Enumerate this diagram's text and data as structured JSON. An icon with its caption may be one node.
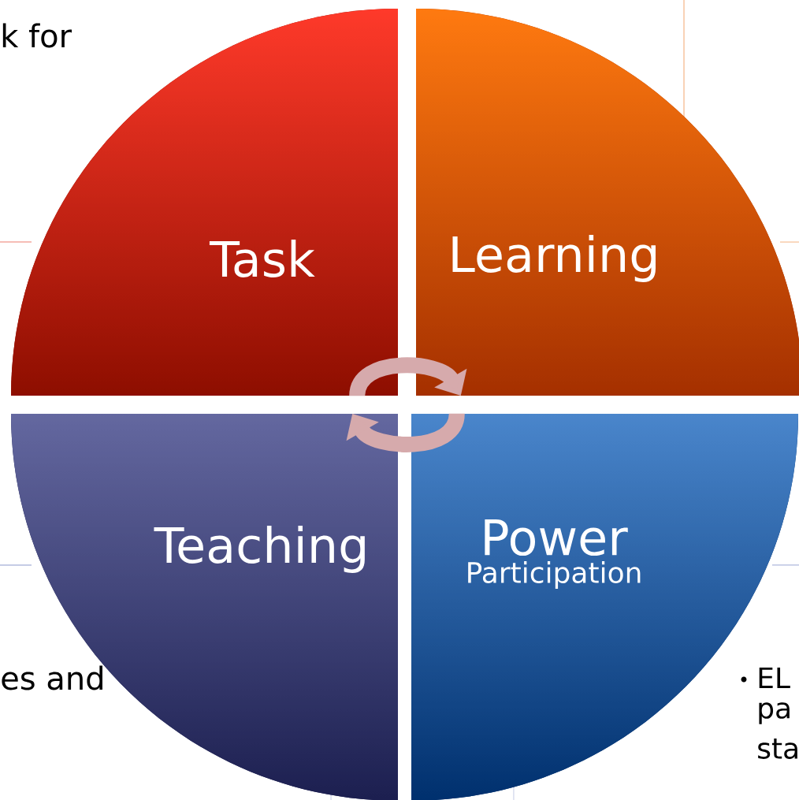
{
  "diagram": {
    "nodes": [
      {
        "text": [
          "Task"
        ]
      },
      {
        "text": [
          "Learning"
        ]
      },
      {
        "text": [
          "Power",
          "Participation"
        ]
      },
      {
        "text": [
          "Teaching"
        ]
      }
    ],
    "edges": [
      {
        "from": 0,
        "to": 1,
        "arrow": "to"
      },
      {
        "from": 2,
        "to": 3,
        "arrow": "to"
      }
    ],
    "labels": [
      "k for",
      "es and",
      "EL",
      "pa",
      "sta"
    ]
  }
}
